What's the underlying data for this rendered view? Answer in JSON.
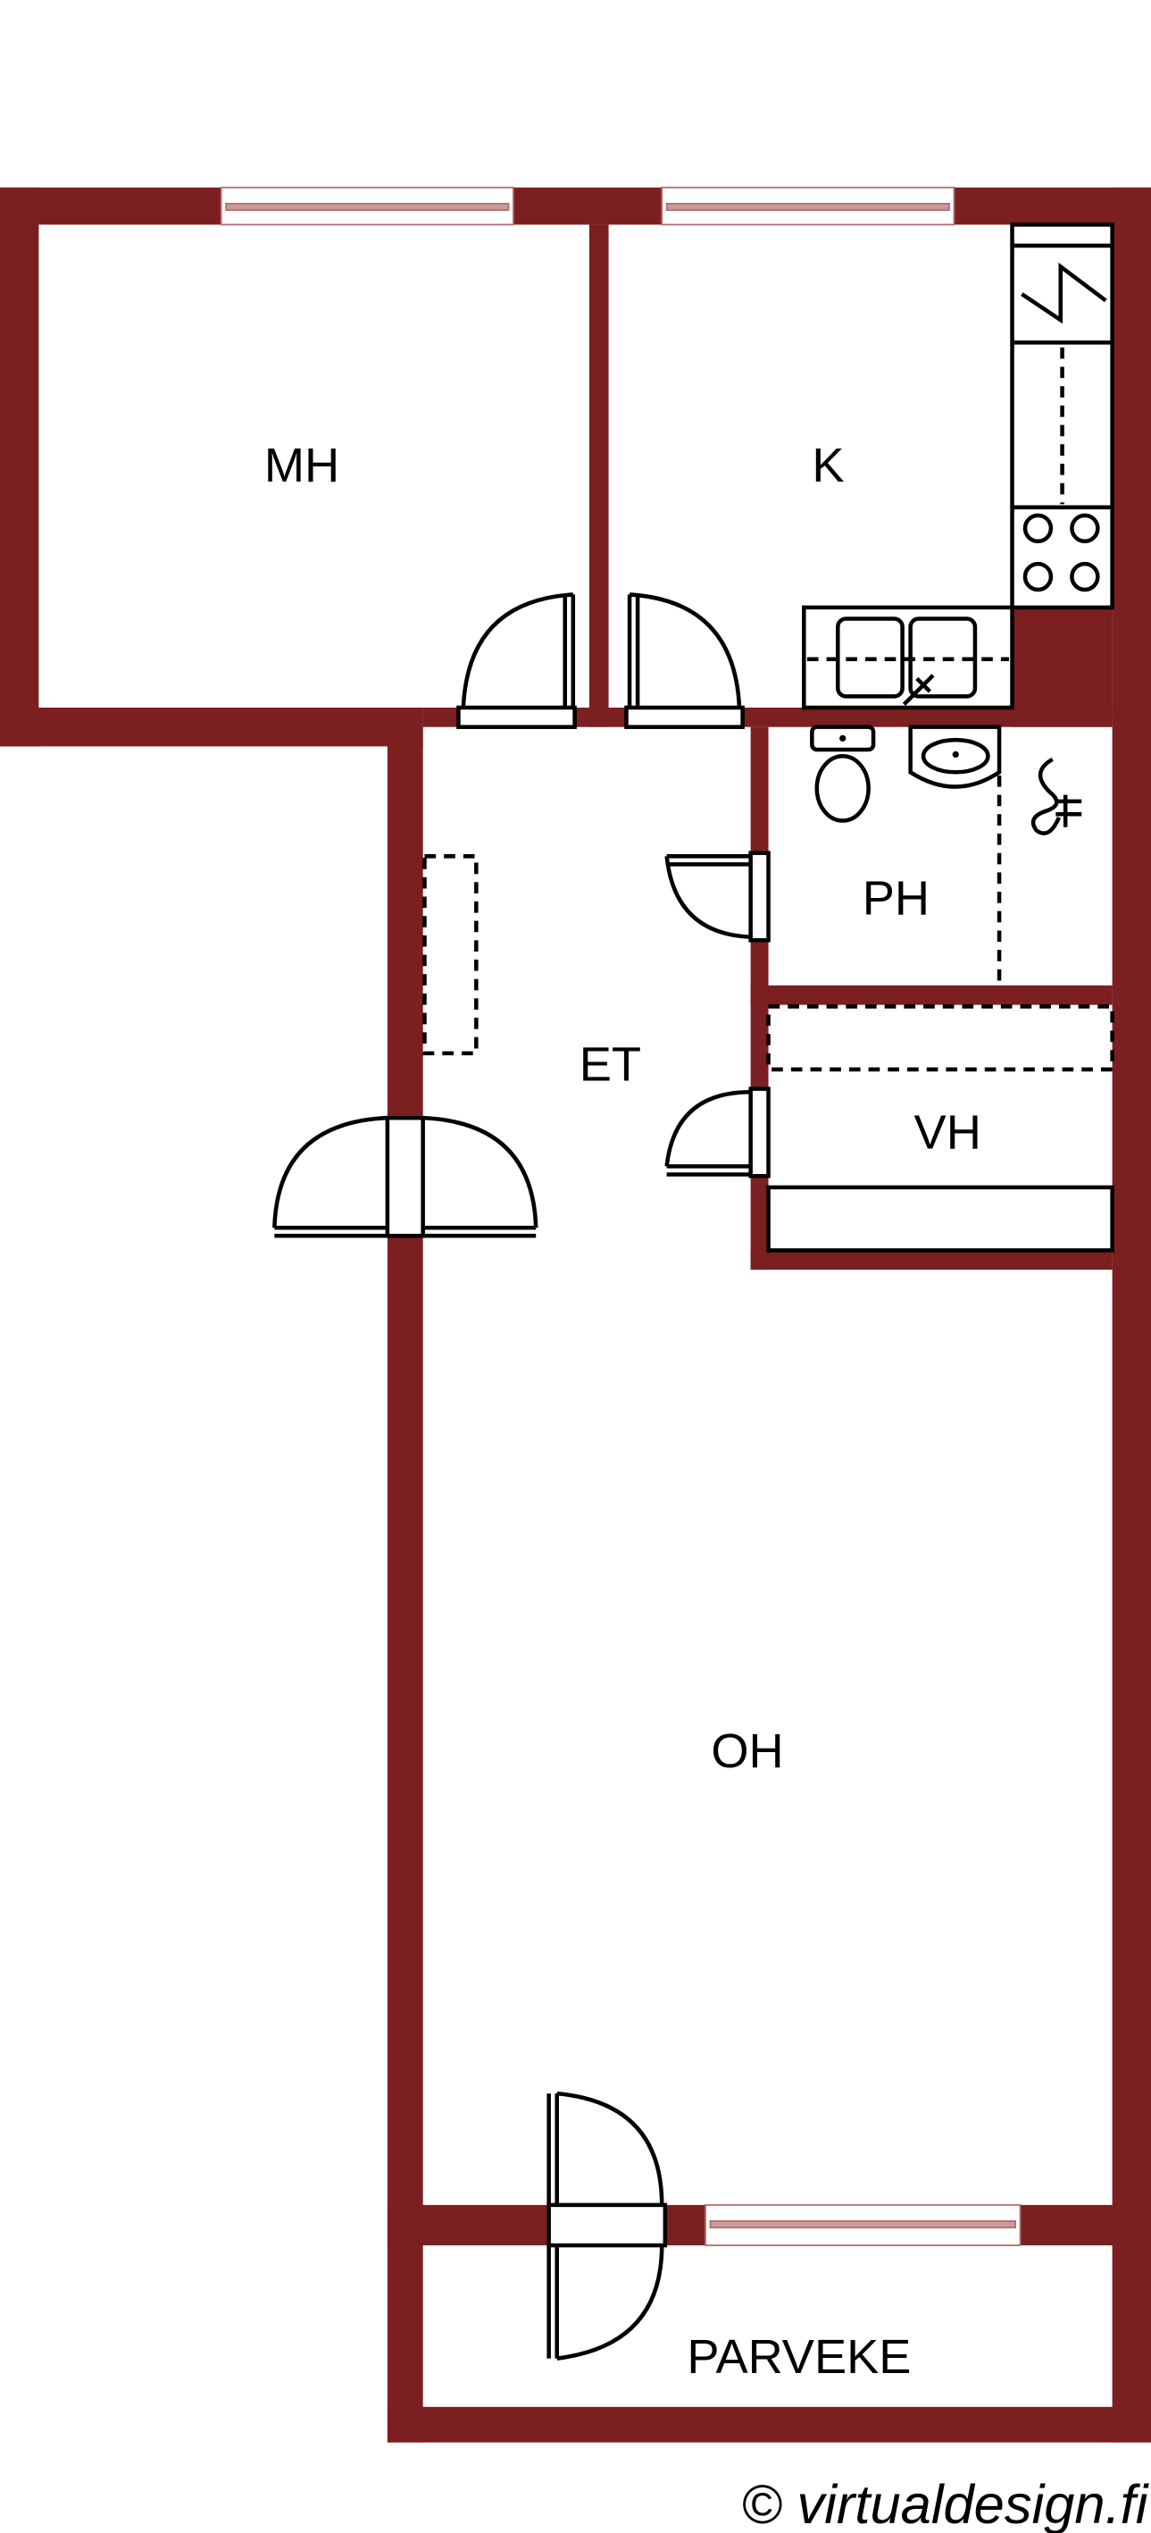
{
  "rooms": {
    "mh": "MH",
    "k": "K",
    "et": "ET",
    "ph": "PH",
    "vh": "VH",
    "oh": "OH",
    "parveke": "PARVEKE"
  },
  "footer": {
    "copyright": "© virtualdesign.fi"
  },
  "colors": {
    "wall": "#7b1f20",
    "window": "#b07070"
  }
}
